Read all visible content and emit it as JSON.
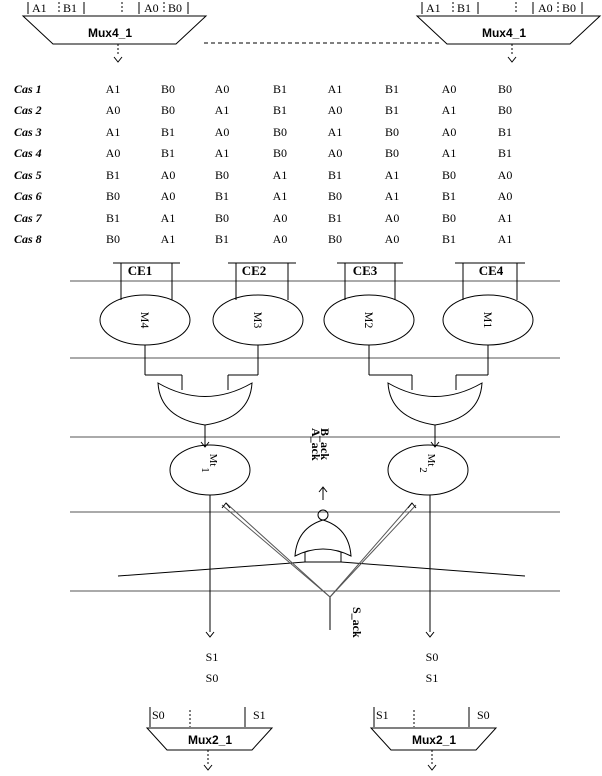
{
  "top_muxes": [
    {
      "inputs": [
        "A1",
        "B1",
        "A0",
        "B0"
      ],
      "label": "Mux4_1"
    },
    {
      "inputs": [
        "A1",
        "B1",
        "A0",
        "B0"
      ],
      "label": "Mux4_1"
    }
  ],
  "cases": [
    {
      "label": "Cas 1",
      "values": [
        "A1",
        "B0",
        "A0",
        "B1",
        "A1",
        "B1",
        "A0",
        "B0"
      ]
    },
    {
      "label": "Cas 2",
      "values": [
        "A0",
        "B0",
        "A1",
        "B1",
        "A0",
        "B1",
        "A1",
        "B0"
      ]
    },
    {
      "label": "Cas 3",
      "values": [
        "A1",
        "B1",
        "A0",
        "B0",
        "A1",
        "B0",
        "A0",
        "B1"
      ]
    },
    {
      "label": "Cas 4",
      "values": [
        "A0",
        "B1",
        "A1",
        "B0",
        "A0",
        "B0",
        "A1",
        "B1"
      ]
    },
    {
      "label": "Cas 5",
      "values": [
        "B1",
        "A0",
        "B0",
        "A1",
        "B1",
        "A1",
        "B0",
        "A0"
      ]
    },
    {
      "label": "Cas 6",
      "values": [
        "B0",
        "A0",
        "B1",
        "A1",
        "B0",
        "A1",
        "B1",
        "A0"
      ]
    },
    {
      "label": "Cas 7",
      "values": [
        "B1",
        "A1",
        "B0",
        "A0",
        "B1",
        "A0",
        "B0",
        "A1"
      ]
    },
    {
      "label": "Cas 8",
      "values": [
        "B0",
        "A1",
        "B1",
        "A0",
        "B0",
        "A0",
        "B1",
        "A1"
      ]
    }
  ],
  "ce_labels": [
    "CE1",
    "CE2",
    "CE3",
    "CE4"
  ],
  "module_labels": [
    "M4",
    "M3",
    "M2",
    "M1"
  ],
  "mt_labels": [
    [
      "Mt",
      "1"
    ],
    [
      "Mt",
      "2"
    ]
  ],
  "ack_labels": [
    "A_ack",
    "B_ack"
  ],
  "s_ack_label": "S_ack",
  "outputs": [
    [
      "S1",
      "S0"
    ],
    [
      "S0",
      "S1"
    ]
  ],
  "bottom_muxes": [
    {
      "inputs": [
        "S0",
        "S1"
      ],
      "label": "Mux2_1"
    },
    {
      "inputs": [
        "S1",
        "S0"
      ],
      "label": "Mux2_1"
    }
  ],
  "colors": {
    "stroke": "#000000",
    "guide": "#555555",
    "background": "#ffffff"
  }
}
